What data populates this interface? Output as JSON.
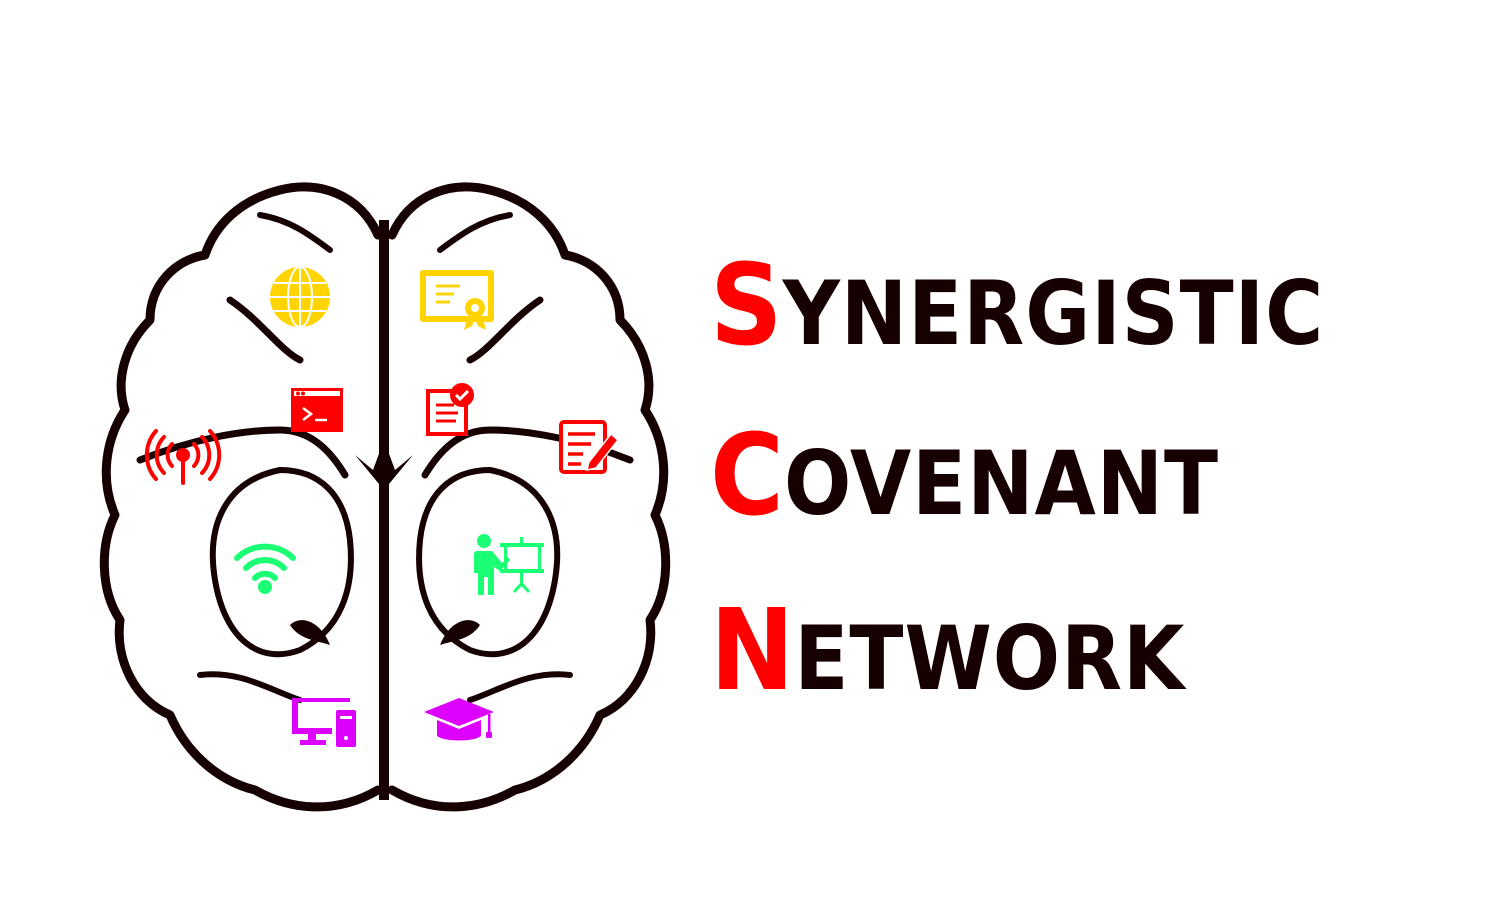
{
  "brand": {
    "name": "Synergistic Covenant Network",
    "acronym": "SCN",
    "words": [
      {
        "initial": "S",
        "rest": "YNERGISTIC"
      },
      {
        "initial": "C",
        "rest": "OVENANT"
      },
      {
        "initial": "N",
        "rest": "ETWORK"
      }
    ]
  },
  "colors": {
    "background": "#ffffff",
    "outline": "#170002",
    "initials": "#ff0000",
    "icons_yellow": "#ffd400",
    "icons_red": "#ff0000",
    "icons_green": "#1aff73",
    "icons_purple": "#dd00ff"
  },
  "brain_icons": [
    {
      "name": "globe-icon",
      "color": "yellow",
      "hemisphere": "left"
    },
    {
      "name": "certificate-icon",
      "color": "yellow",
      "hemisphere": "right"
    },
    {
      "name": "terminal-icon",
      "color": "red",
      "hemisphere": "left"
    },
    {
      "name": "checked-document-icon",
      "color": "red",
      "hemisphere": "right"
    },
    {
      "name": "broadcast-antenna-icon",
      "color": "red",
      "hemisphere": "left"
    },
    {
      "name": "edit-document-icon",
      "color": "red",
      "hemisphere": "right"
    },
    {
      "name": "wifi-icon",
      "color": "green",
      "hemisphere": "left"
    },
    {
      "name": "presentation-teacher-icon",
      "color": "green",
      "hemisphere": "right"
    },
    {
      "name": "desktop-computer-icon",
      "color": "purple",
      "hemisphere": "left"
    },
    {
      "name": "graduation-cap-icon",
      "color": "purple",
      "hemisphere": "right"
    }
  ]
}
